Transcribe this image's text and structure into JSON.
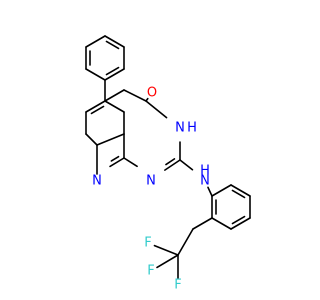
{
  "colors": {
    "bond": "#000000",
    "nitrogen": "#0000ff",
    "oxygen": "#ff0000",
    "fluorine": "#33cccc",
    "background": "#ffffff"
  },
  "labels": {
    "oxygen": "O",
    "nh_ring": "N",
    "h_ring": "H",
    "n_pyridine": "N",
    "n_pyrimidine": "N",
    "nh_amine": "N",
    "h_amine": "H",
    "f1": "F",
    "f2": "F",
    "f3": "F"
  }
}
